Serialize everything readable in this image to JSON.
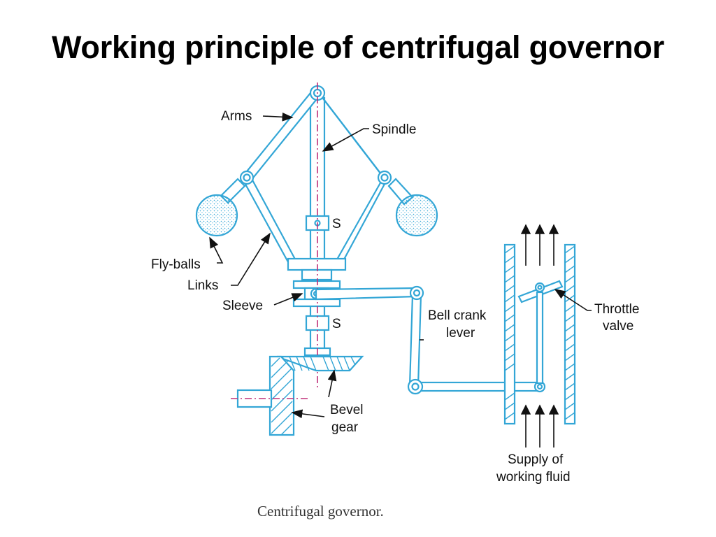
{
  "title": "Working principle of centrifugal governor",
  "labels": {
    "arms": "Arms",
    "spindle": "Spindle",
    "fly_balls": "Fly-balls",
    "links": "Links",
    "sleeve": "Sleeve",
    "stop_upper": "S",
    "stop_lower": "S",
    "bell_crank_1": "Bell crank",
    "bell_crank_2": "lever",
    "throttle_1": "Throttle",
    "throttle_2": "valve",
    "bevel_1": "Bevel",
    "bevel_2": "gear",
    "supply_1": "Supply of",
    "supply_2": "working fluid"
  },
  "caption": "Centrifugal governor.",
  "colors": {
    "mechanism": "#33a6d6",
    "axis": "#c0307a",
    "text": "#111111"
  }
}
